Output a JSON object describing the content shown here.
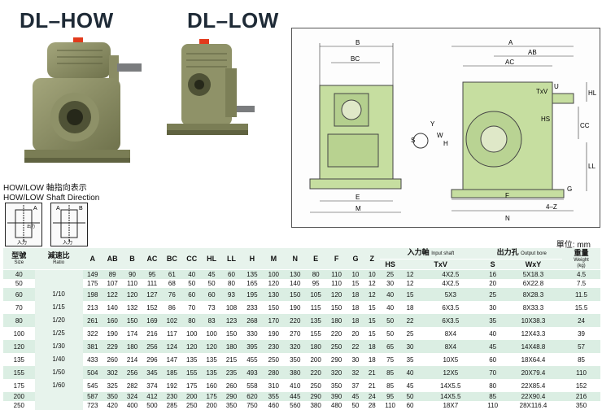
{
  "titles": {
    "how": "DL–HOW",
    "low": "DL–LOW"
  },
  "direction": {
    "line1": "HOW/LOW 軸指向表示",
    "line2": "HOW/LOW Shaft Direction",
    "box1": {
      "a": "A",
      "in": "入力",
      "out": "出力"
    },
    "box2": {
      "a": "A",
      "b": "B",
      "in": "入力"
    }
  },
  "drawing_labels": {
    "A": "A",
    "AB": "AB",
    "AC": "AC",
    "B": "B",
    "BC": "BC",
    "TxV": "TxV",
    "HL": "HL",
    "HS": "HS",
    "CC": "CC",
    "Y": "Y",
    "W": "W",
    "S": "S",
    "H": "H",
    "LL": "LL",
    "G": "G",
    "E": "E",
    "F": "F",
    "M": "M",
    "N": "N",
    "Z": "4–Z",
    "U": "U"
  },
  "unit": "單位: mm",
  "table": {
    "headers": {
      "model": "型號",
      "model_en": "Size",
      "ratio": "減速比",
      "ratio_en": "Ratio",
      "A": "A",
      "AB": "AB",
      "B": "B",
      "AC": "AC",
      "BC": "BC",
      "CC": "CC",
      "HL": "HL",
      "LL": "LL",
      "H": "H",
      "M": "M",
      "N": "N",
      "E": "E",
      "F": "F",
      "G": "G",
      "Z": "Z",
      "input": "入力軸",
      "input_en": "Input shaft",
      "HS": "HS",
      "TxV": "TxV",
      "output": "出力孔",
      "output_en": "Output bore",
      "S": "S",
      "WxY": "WxY",
      "weight": "重量",
      "weight_en": "Weight",
      "weight_unit": "(kg)"
    },
    "ratios": [
      "1/10",
      "1/15",
      "1/20",
      "1/25",
      "1/30",
      "1/40",
      "1/50",
      "1/60"
    ],
    "rows": [
      [
        "40",
        "149",
        "89",
        "90",
        "95",
        "61",
        "40",
        "45",
        "60",
        "135",
        "100",
        "130",
        "80",
        "110",
        "10",
        "10",
        "25",
        "12",
        "4X2.5",
        "16",
        "5X18.3",
        "4.5"
      ],
      [
        "50",
        "175",
        "107",
        "110",
        "111",
        "68",
        "50",
        "50",
        "80",
        "165",
        "120",
        "140",
        "95",
        "110",
        "15",
        "12",
        "30",
        "12",
        "4X2.5",
        "20",
        "6X22.8",
        "7.5"
      ],
      [
        "60",
        "198",
        "122",
        "120",
        "127",
        "76",
        "60",
        "60",
        "93",
        "195",
        "130",
        "150",
        "105",
        "120",
        "18",
        "12",
        "40",
        "15",
        "5X3",
        "25",
        "8X28.3",
        "11.5"
      ],
      [
        "70",
        "213",
        "140",
        "132",
        "152",
        "86",
        "70",
        "73",
        "108",
        "233",
        "150",
        "190",
        "115",
        "150",
        "18",
        "15",
        "40",
        "18",
        "6X3.5",
        "30",
        "8X33.3",
        "15.5"
      ],
      [
        "80",
        "261",
        "160",
        "150",
        "169",
        "102",
        "80",
        "83",
        "123",
        "268",
        "170",
        "220",
        "135",
        "180",
        "18",
        "15",
        "50",
        "22",
        "6X3.5",
        "35",
        "10X38.3",
        "24"
      ],
      [
        "100",
        "322",
        "190",
        "174",
        "216",
        "117",
        "100",
        "100",
        "150",
        "330",
        "190",
        "270",
        "155",
        "220",
        "20",
        "15",
        "50",
        "25",
        "8X4",
        "40",
        "12X43.3",
        "39"
      ],
      [
        "120",
        "381",
        "229",
        "180",
        "256",
        "124",
        "120",
        "120",
        "180",
        "395",
        "230",
        "320",
        "180",
        "250",
        "22",
        "18",
        "65",
        "30",
        "8X4",
        "45",
        "14X48.8",
        "57"
      ],
      [
        "135",
        "433",
        "260",
        "214",
        "296",
        "147",
        "135",
        "135",
        "215",
        "455",
        "250",
        "350",
        "200",
        "290",
        "30",
        "18",
        "75",
        "35",
        "10X5",
        "60",
        "18X64.4",
        "85"
      ],
      [
        "155",
        "504",
        "302",
        "256",
        "345",
        "185",
        "155",
        "135",
        "235",
        "493",
        "280",
        "380",
        "220",
        "320",
        "32",
        "21",
        "85",
        "40",
        "12X5",
        "70",
        "20X79.4",
        "110"
      ],
      [
        "175",
        "545",
        "325",
        "282",
        "374",
        "192",
        "175",
        "160",
        "260",
        "558",
        "310",
        "410",
        "250",
        "350",
        "37",
        "21",
        "85",
        "45",
        "14X5.5",
        "80",
        "22X85.4",
        "152"
      ],
      [
        "200",
        "587",
        "350",
        "324",
        "412",
        "230",
        "200",
        "175",
        "290",
        "620",
        "355",
        "445",
        "290",
        "390",
        "45",
        "24",
        "95",
        "50",
        "14X5.5",
        "85",
        "22X90.4",
        "216"
      ],
      [
        "250",
        "723",
        "420",
        "400",
        "500",
        "285",
        "250",
        "200",
        "350",
        "750",
        "460",
        "560",
        "380",
        "480",
        "50",
        "28",
        "110",
        "60",
        "18X7",
        "110",
        "28X116.4",
        "350"
      ]
    ]
  },
  "colors": {
    "gear_body": "#8f9268",
    "accent": "#e23a1c",
    "table_green": "#dbeee3",
    "drawing_fill": "#c6dea0"
  }
}
